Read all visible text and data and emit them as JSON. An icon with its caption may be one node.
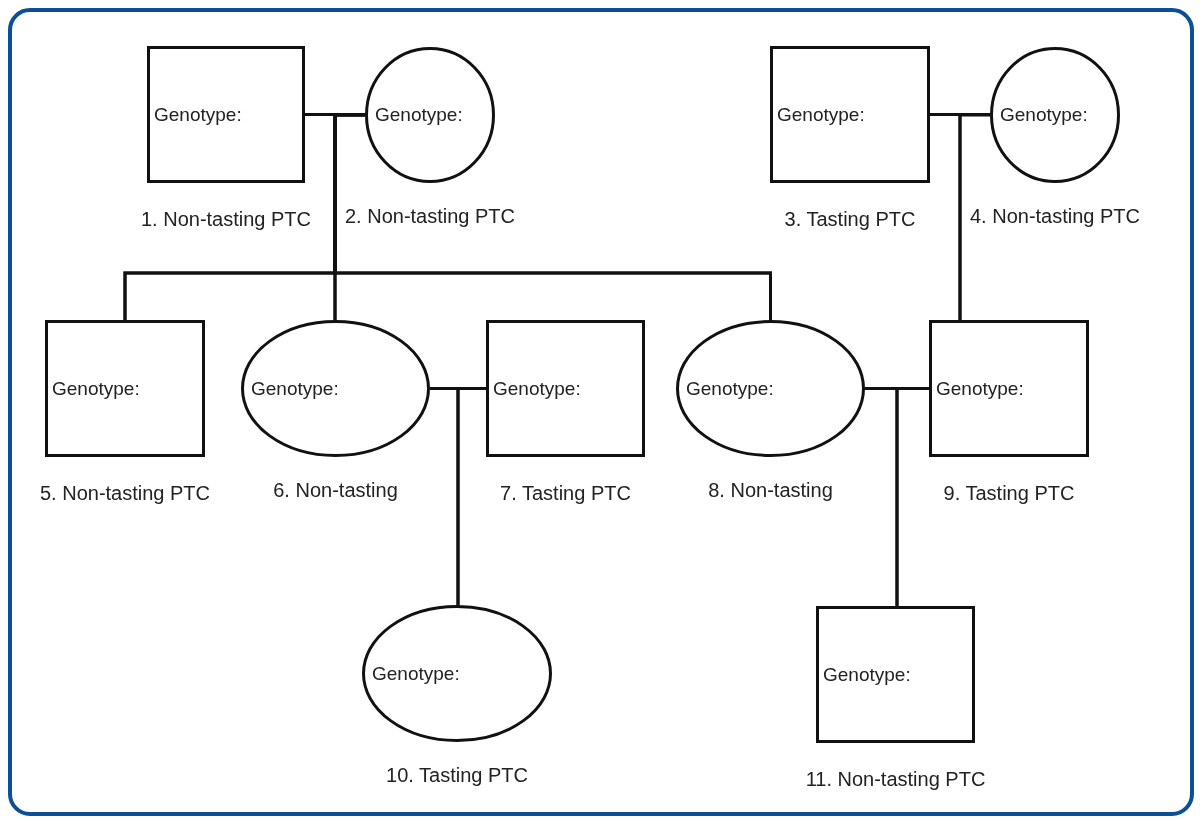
{
  "diagram": {
    "nodes": [
      {
        "text": [
          "Genotype:"
        ],
        "beside": [
          "1. Non-tasting PTC"
        ]
      },
      {
        "text": [
          "Genotype:"
        ],
        "beside": [
          "2. Non-tasting PTC"
        ]
      },
      {
        "text": [
          "Genotype:"
        ],
        "beside": [
          "3. Tasting PTC"
        ]
      },
      {
        "text": [
          "Genotype:"
        ],
        "beside": [
          "4. Non-tasting PTC"
        ]
      },
      {
        "text": [
          "Genotype:"
        ],
        "beside": [
          "5. Non-tasting PTC"
        ]
      },
      {
        "text": [
          "Genotype:"
        ],
        "beside": [
          "6. Non-tasting"
        ]
      },
      {
        "text": [
          "Genotype:"
        ],
        "beside": [
          "7. Tasting PTC"
        ]
      },
      {
        "text": [
          "Genotype:"
        ],
        "beside": [
          "8. Non-tasting"
        ]
      },
      {
        "text": [
          "Genotype:"
        ],
        "beside": [
          "9. Tasting PTC"
        ]
      },
      {
        "text": [
          "Genotype:"
        ],
        "beside": [
          "10. Tasting PTC"
        ]
      },
      {
        "text": [
          "Genotype:"
        ],
        "beside": [
          "11. Non-tasting PTC"
        ]
      }
    ],
    "edges": [
      {
        "from": 0,
        "to": 1,
        "arrow": "none"
      },
      {
        "from": 0,
        "to": 4,
        "arrow": "none"
      },
      {
        "from": 1,
        "to": 4,
        "arrow": "none"
      },
      {
        "from": 0,
        "to": 5,
        "arrow": "none"
      },
      {
        "from": 1,
        "to": 5,
        "arrow": "none"
      },
      {
        "from": 0,
        "to": 7,
        "arrow": "none"
      },
      {
        "from": 1,
        "to": 7,
        "arrow": "none"
      },
      {
        "from": 2,
        "to": 3,
        "arrow": "none"
      },
      {
        "from": 2,
        "to": 8,
        "arrow": "none"
      },
      {
        "from": 3,
        "to": 8,
        "arrow": "none"
      },
      {
        "from": 5,
        "to": 6,
        "arrow": "none"
      },
      {
        "from": 5,
        "to": 9,
        "arrow": "none"
      },
      {
        "from": 6,
        "to": 9,
        "arrow": "none"
      },
      {
        "from": 7,
        "to": 8,
        "arrow": "none"
      },
      {
        "from": 7,
        "to": 10,
        "arrow": "none"
      },
      {
        "from": 8,
        "to": 10,
        "arrow": "none"
      }
    ]
  }
}
